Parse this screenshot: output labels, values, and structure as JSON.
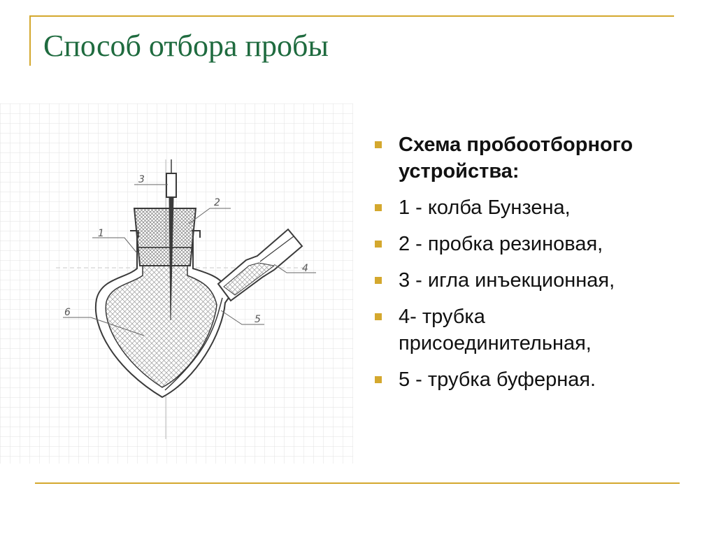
{
  "slide": {
    "title": "Способ отбора пробы"
  },
  "diagram": {
    "callouts": [
      "1",
      "2",
      "3",
      "4",
      "5",
      "6"
    ]
  },
  "bullets": [
    "Схема пробоотборного устройства:",
    "1 - колба Бунзена,",
    "2 - пробка резиновая,",
    "3 - игла инъекционная,",
    "4- трубка присоединительная,",
    "5 - трубка буферная."
  ],
  "colors": {
    "title": "#1f6b3f",
    "accent_rule": "#d4a82e",
    "bullet_marker": "#d4a82e",
    "grid": "#e2e2e2",
    "ink": "#3a3a3a"
  }
}
